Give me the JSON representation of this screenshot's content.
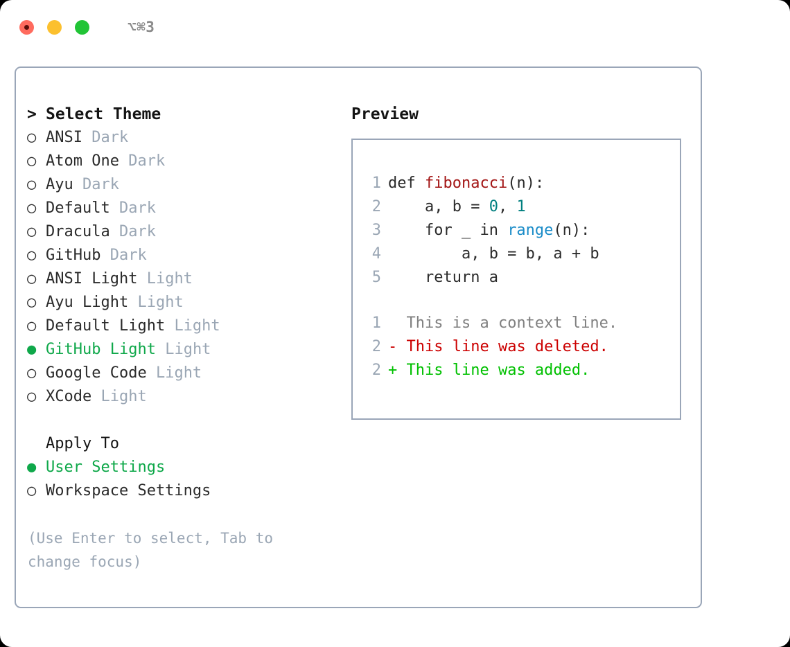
{
  "window": {
    "shortcut": "⌥⌘3",
    "traffic_lights": [
      {
        "name": "close-button",
        "color": "#ff6b5e"
      },
      {
        "name": "minimize-button",
        "color": "#fcc02e"
      },
      {
        "name": "maximize-button",
        "color": "#21c436"
      }
    ]
  },
  "theme_picker": {
    "heading": "> Select Theme",
    "heading_caret": ">",
    "heading_text": "Select Theme",
    "marker_unselected": "○",
    "marker_selected": "●",
    "items": [
      {
        "label": "ANSI",
        "variant": "Dark",
        "selected": false
      },
      {
        "label": "Atom One",
        "variant": "Dark",
        "selected": false
      },
      {
        "label": "Ayu",
        "variant": "Dark",
        "selected": false
      },
      {
        "label": "Default",
        "variant": "Dark",
        "selected": false
      },
      {
        "label": "Dracula",
        "variant": "Dark",
        "selected": false
      },
      {
        "label": "GitHub",
        "variant": "Dark",
        "selected": false
      },
      {
        "label": "ANSI Light",
        "variant": "Light",
        "selected": false
      },
      {
        "label": "Ayu Light",
        "variant": "Light",
        "selected": false
      },
      {
        "label": "Default Light",
        "variant": "Light",
        "selected": false
      },
      {
        "label": "GitHub Light",
        "variant": "Light",
        "selected": true
      },
      {
        "label": "Google Code",
        "variant": "Light",
        "selected": false
      },
      {
        "label": "XCode",
        "variant": "Light",
        "selected": false
      }
    ]
  },
  "apply_to": {
    "heading": "Apply To",
    "items": [
      {
        "label": "User Settings",
        "selected": true
      },
      {
        "label": "Workspace Settings",
        "selected": false
      }
    ]
  },
  "hint": "(Use Enter to select, Tab to change focus)",
  "preview": {
    "title": "Preview",
    "code_lines": [
      {
        "num": "1",
        "parts": [
          {
            "text": "def ",
            "style": "plain"
          },
          {
            "text": "fibonacci",
            "style": "fn"
          },
          {
            "text": "(n):",
            "style": "plain"
          }
        ]
      },
      {
        "num": "2",
        "parts": [
          {
            "text": "    a, b = ",
            "style": "plain"
          },
          {
            "text": "0",
            "style": "num"
          },
          {
            "text": ", ",
            "style": "plain"
          },
          {
            "text": "1",
            "style": "num"
          }
        ]
      },
      {
        "num": "3",
        "parts": [
          {
            "text": "    for _ in ",
            "style": "plain"
          },
          {
            "text": "range",
            "style": "kw"
          },
          {
            "text": "(n):",
            "style": "plain"
          }
        ]
      },
      {
        "num": "4",
        "parts": [
          {
            "text": "        a, b = b, a + b",
            "style": "plain"
          }
        ]
      },
      {
        "num": "5",
        "parts": [
          {
            "text": "    return a",
            "style": "plain"
          }
        ]
      }
    ],
    "diff_lines": [
      {
        "num": "1",
        "sign": " ",
        "text": "This is a context line.",
        "kind": "ctx"
      },
      {
        "num": "2",
        "sign": "-",
        "text": "This line was deleted.",
        "kind": "del"
      },
      {
        "num": "2",
        "sign": "+",
        "text": "This line was added.",
        "kind": "add"
      }
    ]
  },
  "colors": {
    "panel_border": "#9aa6b8",
    "selected_green": "#0fa84a",
    "muted": "#9aa6b4",
    "diff_added": "#00c000",
    "diff_deleted": "#cc0000",
    "diff_context": "#808080",
    "syntax_function": "#a31515",
    "syntax_number": "#007f7f",
    "syntax_keyword": "#1a8cc8"
  }
}
